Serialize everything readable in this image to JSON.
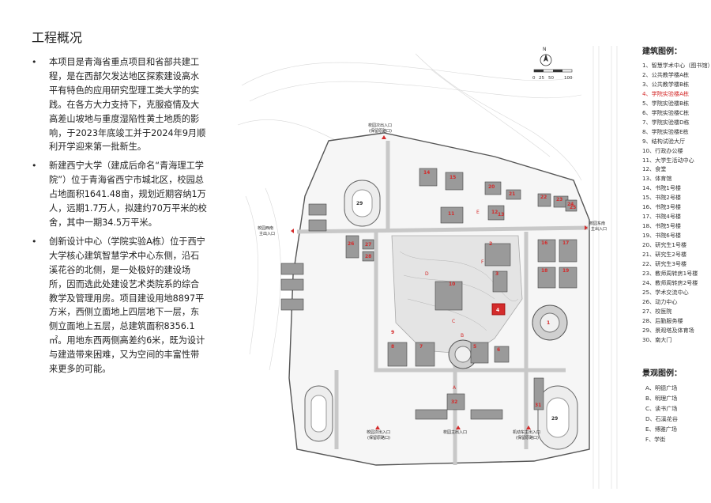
{
  "title": "工程概况",
  "paragraphs": [
    "本项目是青海省重点项目和省部共建工程，是在西部欠发达地区探索建设高水平有特色的应用研究型理工类大学的实践。在各方大力支持下，克服疫情及大高差山坡地与重度湿陷性黄土地质的影响，于2023年底竣工并于2024年9月顺利开学迎来第一批新生。",
    "新建西宁大学（建成后命名“青海理工学院”）位于青海省西宁市城北区，校园总占地面积1641.48亩，规划近期容纳1万人，远期1.7万人，拟建约70万平米的校舍，其中一期34.5万平米。",
    "创新设计中心（学院实验A栋）位于西宁大学核心建筑智慧学术中心东侧，沿石溪花谷的北侧，是一处极好的建设场所，因而选此处建设艺术类院系的综合教学及管理用房。项目建设用地8897平方米，西侧立面地上四层地下一层，东侧立面地上五层，总建筑面积8356.1㎡。用地东西两侧高差约6米，既为设计与建造带来困难，又为空间的丰富性带来更多的可能。"
  ],
  "map": {
    "compass": "N",
    "scale": [
      "0",
      "25",
      "50",
      "100"
    ],
    "gates": [
      {
        "line1": "校园次出入口",
        "line2": "(保留原路口)"
      },
      {
        "line1": "校园西南",
        "line2": "主出入口"
      },
      {
        "line1": "校园东南",
        "line2": "主出入口"
      },
      {
        "line1": "校园次出入口",
        "line2": "(保留原路口)"
      },
      {
        "line1": "校园主出入口",
        "line2": ""
      },
      {
        "line1": "机动车主出入口",
        "line2": "(保留原路口)"
      }
    ],
    "building_numbers": [
      "1",
      "2",
      "3",
      "4",
      "5",
      "6",
      "7",
      "8",
      "9",
      "10",
      "11",
      "12",
      "13",
      "14",
      "15",
      "16",
      "17",
      "18",
      "19",
      "20",
      "21",
      "22",
      "23",
      "24",
      "25",
      "26",
      "27",
      "28",
      "29",
      "29",
      "31",
      "32"
    ],
    "zone_letters": [
      "A",
      "B",
      "C",
      "D",
      "E",
      "F"
    ],
    "colors": {
      "highlight": "#d42b2b",
      "building": "#8a8a8a",
      "road": "#cfcfcf",
      "green": "#e6e6e6"
    }
  },
  "legend_buildings": {
    "title": "建筑图例：",
    "highlight_index": 3,
    "items": [
      "1、智慧学术中心（图书馆）",
      "2、公共教学楼A栋",
      "3、公共教学楼B栋",
      "4、学院实验楼A栋",
      "5、学院实验楼B栋",
      "6、学院实验楼C栋",
      "7、学院实验楼D栋",
      "8、学院实验楼E栋",
      "9、结构试验大厅",
      "10、行政办公楼",
      "11、大学生活动中心",
      "12、食堂",
      "13、体育馆",
      "14、书院1号楼",
      "15、书院2号楼",
      "16、书院3号楼",
      "17、书院4号楼",
      "18、书院5号楼",
      "19、书院6号楼",
      "20、研究生1号楼",
      "21、研究生2号楼",
      "22、研究生3号楼",
      "23、教师周转房1号楼",
      "24、教师周转房2号楼",
      "25、学术交流中心",
      "26、动力中心",
      "27、校医院",
      "28、后勤服务楼",
      "29、景观塔及体育场",
      "30、南大门"
    ]
  },
  "legend_landscape": {
    "title": "景观图例：",
    "items": [
      "A、明德广场",
      "B、明理广场",
      "C、读书广场",
      "D、石溪花谷",
      "E、博雅广场",
      "F、学街"
    ]
  }
}
